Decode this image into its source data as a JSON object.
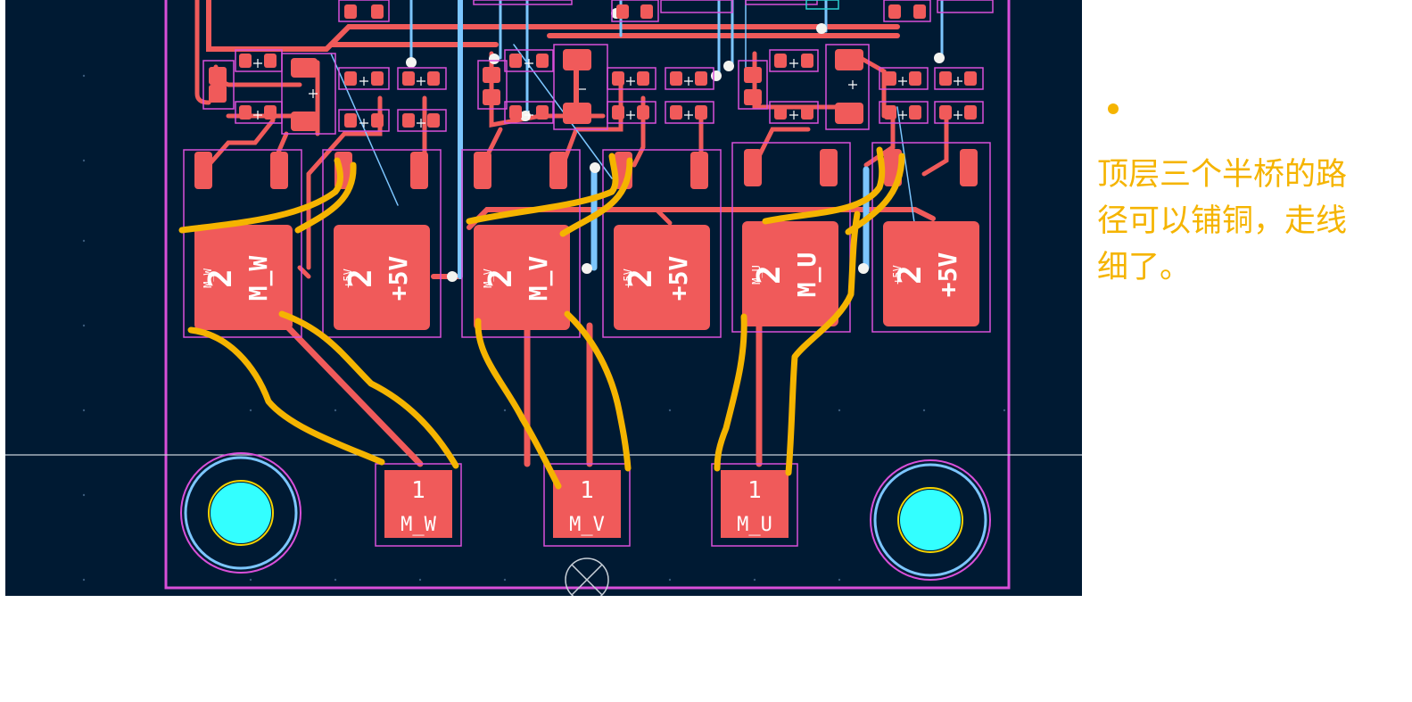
{
  "pcb": {
    "background_color": "#001a33",
    "copper_color": "#f05a5a",
    "track_blue": "#7cc6ff",
    "outline_color": "#d94fd9",
    "highlight_color": "#f5b400",
    "connectors": [
      {
        "pin": "1",
        "net": "M_W"
      },
      {
        "pin": "1",
        "net": "M_V"
      },
      {
        "pin": "1",
        "net": "M_U"
      }
    ],
    "mosfets": [
      {
        "pin": "2",
        "net_main": "M_W",
        "net_small": "M_W",
        "pin2": "2"
      },
      {
        "pin": "2",
        "net_main": "+5V",
        "net_small": "+5V",
        "pin2": "2"
      },
      {
        "pin": "2",
        "net_main": "M_V",
        "net_small": "M_V",
        "pin2": "2"
      },
      {
        "pin": "2",
        "net_main": "+5V",
        "net_small": "+5V",
        "pin2": "2"
      },
      {
        "pin": "2",
        "net_main": "M_U",
        "net_small": "M_U",
        "pin2": "2"
      },
      {
        "pin": "2",
        "net_main": "+5V",
        "net_small": "+5V",
        "pin2": "2"
      }
    ]
  },
  "annotation": {
    "text": "顶层三个半桥的路径可以铺铜，走线细了。"
  }
}
